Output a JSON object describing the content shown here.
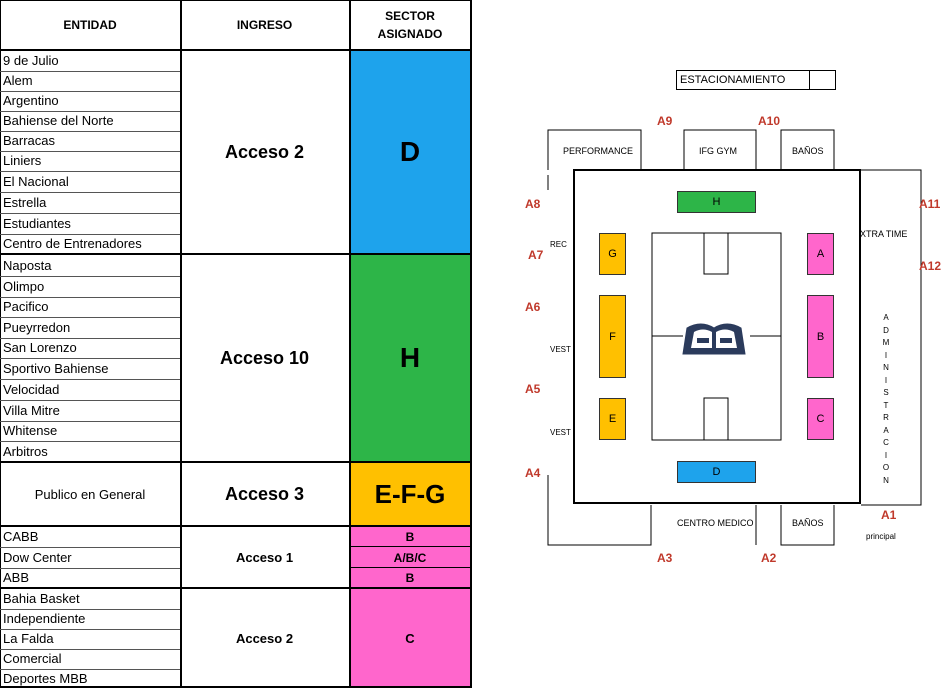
{
  "table": {
    "headers": {
      "entidad": "ENTIDAD",
      "ingreso": "INGRESO",
      "sector_line1": "SECTOR",
      "sector_line2": "ASIGNADO"
    },
    "groups": [
      {
        "entities": [
          "9 de Julio",
          "Alem",
          "Argentino",
          "Bahiense del Norte",
          "Barracas",
          "Liniers",
          "El Nacional",
          "Estrella",
          "Estudiantes",
          "Centro de Entrenadores"
        ],
        "ingreso": "Acceso 2",
        "sector": "D",
        "color": "#1ea3ec"
      },
      {
        "entities": [
          "Naposta",
          "Olimpo",
          "Pacifico",
          "Pueyrredon",
          "San Lorenzo",
          "Sportivo Bahiense",
          "Velocidad",
          "Villa Mitre",
          "Whitense",
          "Arbitros"
        ],
        "ingreso": "Acceso 10",
        "sector": "H",
        "color": "#2db548"
      },
      {
        "entities": [
          "Publico en General"
        ],
        "ingreso": "Acceso 3",
        "sector": "E-F-G",
        "color": "#ffc000"
      },
      {
        "entities": [
          "CABB",
          "Dow Center",
          "ABB"
        ],
        "ingreso": "Acceso 1",
        "sectors": [
          "B",
          "A/B/C",
          "B"
        ],
        "color": "#ff66cc"
      },
      {
        "entities": [
          "Bahia Basket",
          "Independiente",
          "La Falda",
          "Comercial",
          "Deportes MBB"
        ],
        "ingreso": "Acceso 2",
        "sector": "C",
        "color": "#ff66cc"
      }
    ]
  },
  "diagram": {
    "estacionamiento": "ESTACIONAMIENTO",
    "rooms": {
      "performance": "PERFORMANCE",
      "ifg_gym": "IFG GYM",
      "banos_top": "BAÑOS",
      "extra_time": "XTRA TIME",
      "rec": "REC",
      "vest1": "VEST",
      "vest2": "VEST",
      "centro_medico": "CENTRO MEDICO",
      "banos_bottom": "BAÑOS",
      "administracion": "ADMINISTRACION",
      "principal": "principal"
    },
    "accesses": {
      "a1": "A1",
      "a2": "A2",
      "a3": "A3",
      "a4": "A4",
      "a5": "A5",
      "a6": "A6",
      "a7": "A7",
      "a8": "A8",
      "a9": "A9",
      "a10": "A10",
      "a11": "A11",
      "a12": "A12"
    },
    "sectors": {
      "h": "H",
      "g": "G",
      "f": "F",
      "e": "E",
      "a": "A",
      "b": "B",
      "c": "C",
      "d": "D"
    },
    "colors": {
      "green": "#2db548",
      "blue": "#1ea3ec",
      "yellow": "#ffc000",
      "pink": "#ff66cc",
      "access_red": "#c0392b"
    },
    "court_logo_icon": "book-logo-icon"
  }
}
